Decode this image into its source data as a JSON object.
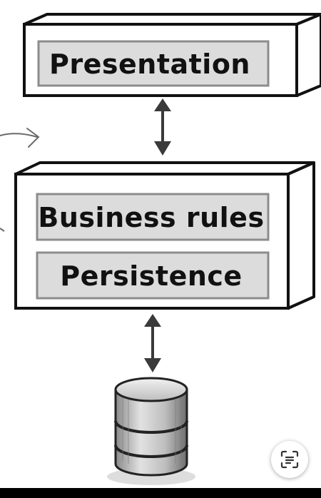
{
  "layers": {
    "presentation_label": "Presentation",
    "business_rules_label": "Business rules",
    "persistence_label": "Persistence"
  },
  "icons": {
    "database": "database-icon",
    "lens": "text-scan-icon"
  },
  "colors": {
    "label_fill": "#dcdcdc",
    "stroke": "#111111",
    "arrow": "#3a3a3a"
  }
}
